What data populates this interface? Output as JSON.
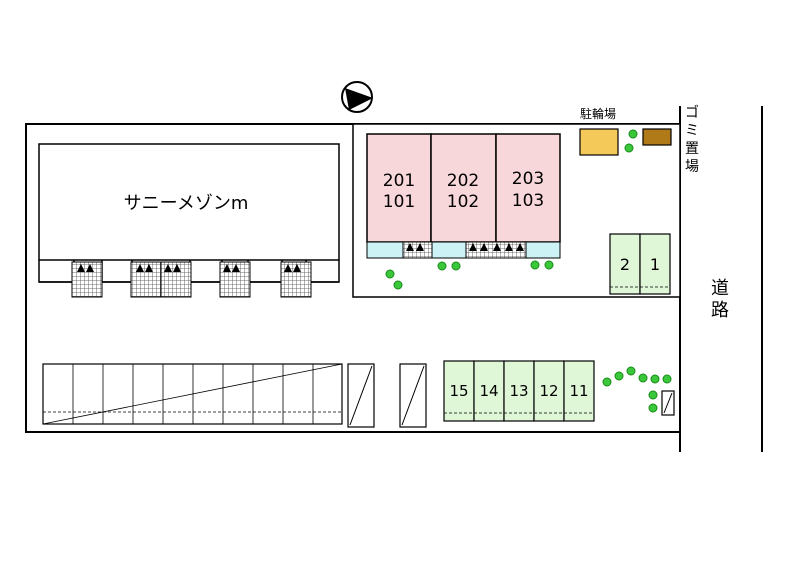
{
  "map": {
    "building_name": "サニーメゾンm",
    "units": [
      {
        "upper": "201",
        "lower": "101"
      },
      {
        "upper": "202",
        "lower": "102"
      },
      {
        "upper": "203",
        "lower": "103"
      }
    ],
    "bicycle_parking": "駐輪場",
    "garbage_area": "ゴミ置場",
    "road": "道路",
    "parking_right": [
      "2",
      "1"
    ],
    "parking_bottom": [
      "15",
      "14",
      "13",
      "12",
      "11"
    ],
    "colors": {
      "unit_fill": "#f7d7da",
      "parking_fill": "#dff7d7",
      "balcony_fill": "#cdf2f6",
      "bicycle_fill": "#f5c85a",
      "garbage_fill": "#b07a18",
      "tree_fill": "#3ac83a"
    }
  }
}
